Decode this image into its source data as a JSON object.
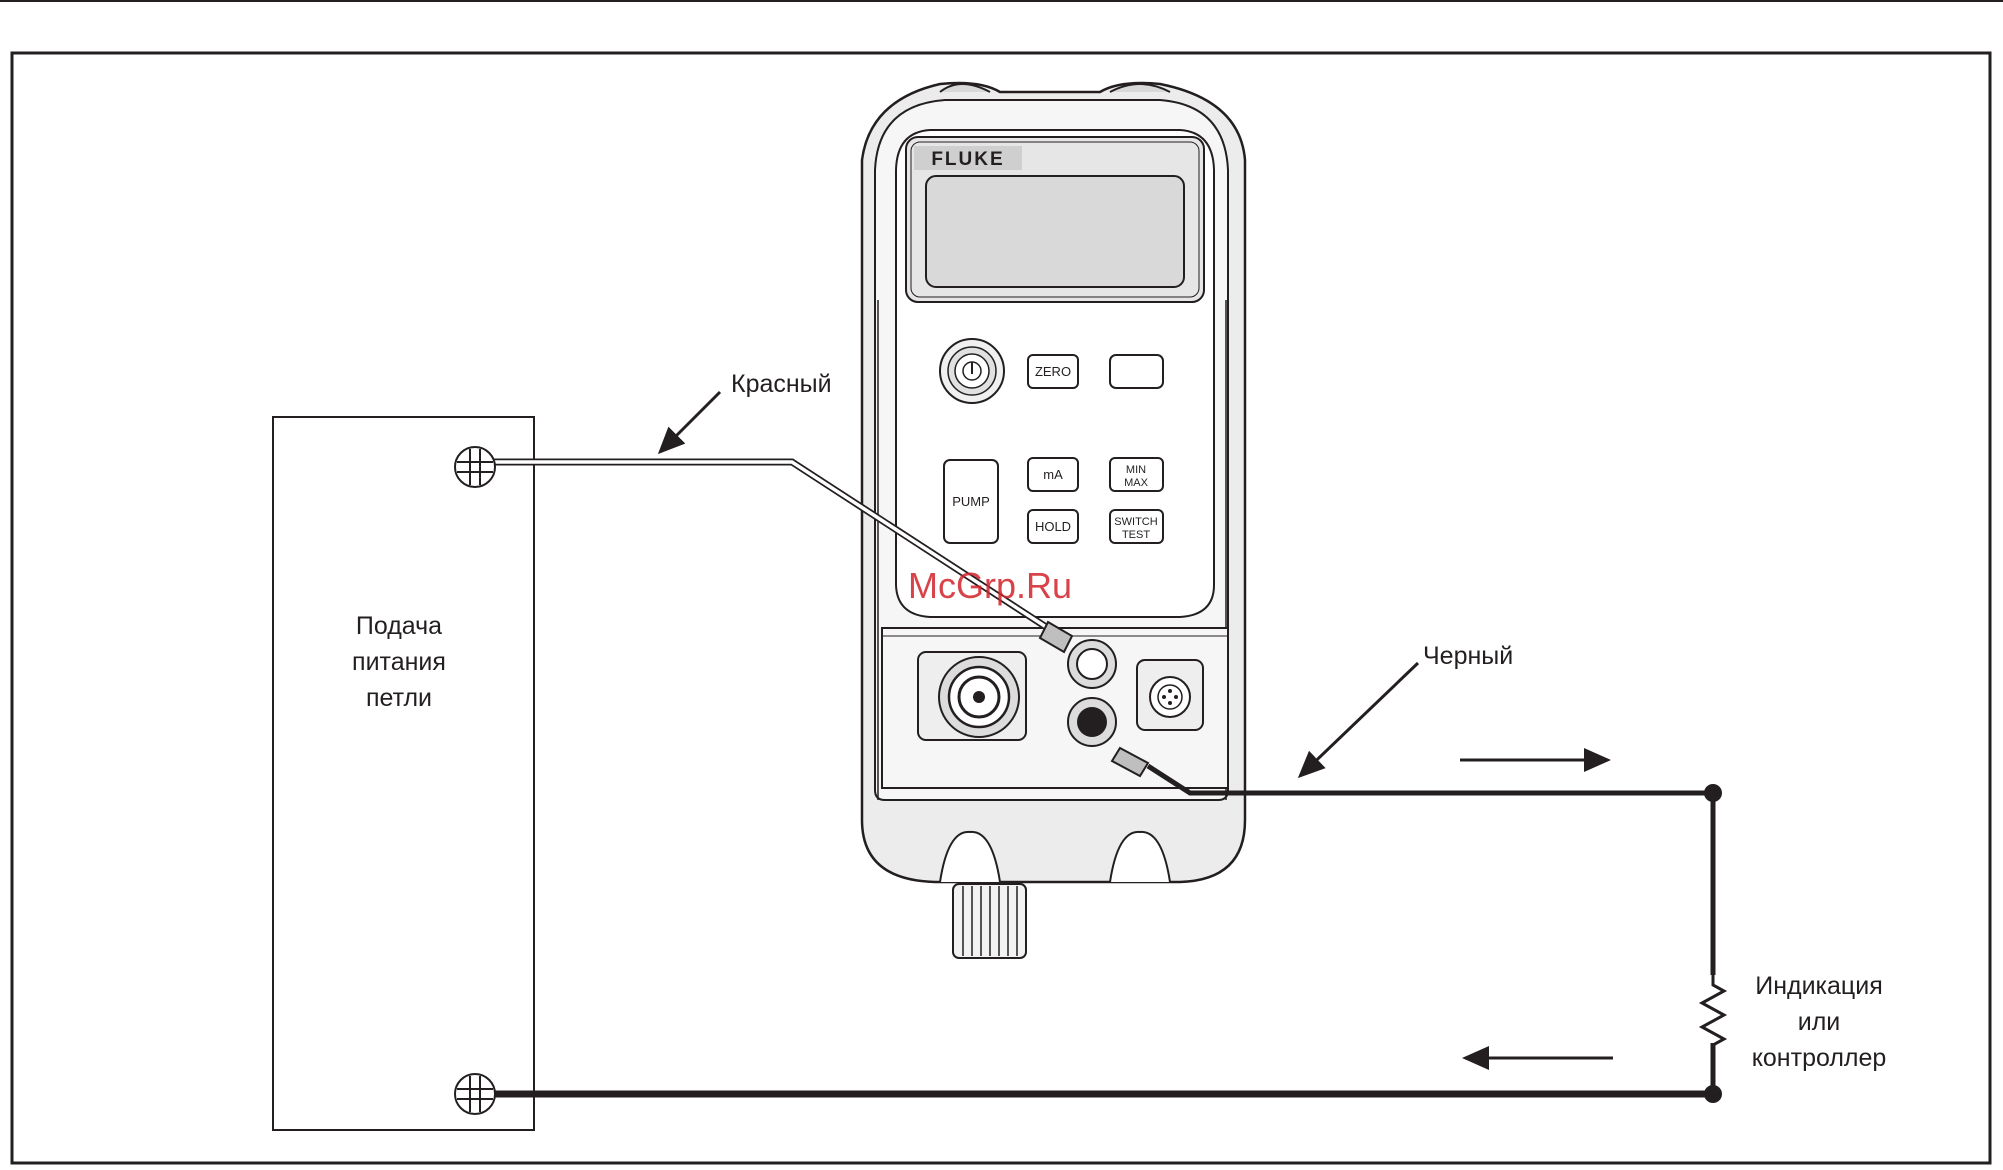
{
  "labels": {
    "red": "Красный",
    "black": "Черный",
    "power_supply": [
      "Подача",
      "питания",
      "петли"
    ],
    "indicator": [
      "Индикация",
      "или",
      "контроллер"
    ]
  },
  "device": {
    "brand": "FLUKE",
    "buttons": {
      "zero": "ZERO",
      "pump": "PUMP",
      "ma": "mA",
      "min": "MIN",
      "max": "MAX",
      "hold": "HOLD",
      "switch": "SWITCH",
      "test": "TEST"
    }
  },
  "watermark": "McGrp.Ru",
  "colors": {
    "line": "#231f20",
    "device_body": "#f4f4f4",
    "device_shade": "#d8d8d8",
    "display": "#d9d9d9",
    "watermark": "#d2232a"
  },
  "icons": [
    "power-icon",
    "screw-terminal-icon",
    "arrow-right-icon",
    "arrow-left-icon",
    "resistor-icon"
  ]
}
